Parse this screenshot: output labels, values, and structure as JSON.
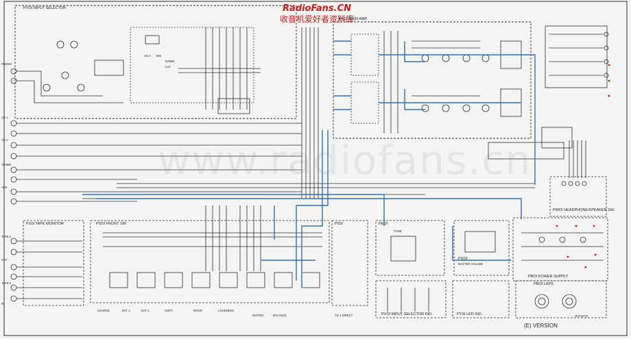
{
  "watermark": {
    "site": "RadioFans.CN",
    "tagline": "收音机爱好者资料库",
    "background": "www.radiofans.cn"
  },
  "blocks": {
    "input_selector": "PVOI INPUT SELECTOR",
    "main_amp": "PAOI MAIN AMP",
    "tape_monitor": "PJOI TAPE MONITOR",
    "front_sw": "PSOI FRONT SW",
    "ps51": "PS5I",
    "pe01": "PEOI",
    "pso": "PSOI",
    "master_volume": "MASTER VOLUME",
    "headphone": "PWOI HEADPHONE/SPEAKER SW.",
    "power_supply": "PBOI POWER SUPPLY",
    "lamps": "PBOI LAPS",
    "input_indicator": "PVOI INPUT SELECTOR IND.",
    "led_ind": "PYSI LED IND.",
    "version": "(E) VERSION",
    "outlets": "OUTLETS"
  },
  "inputs": {
    "phono": "PHONO",
    "cd1": "CD 1",
    "cd2": "CD 2",
    "tuner": "TUNER",
    "aux": "AUX",
    "tape1": "TAPE 1",
    "tape2": "TAPE 2",
    "in": "IN",
    "out": "OUT"
  },
  "switch_labels": [
    "SOURCE",
    "DAT 1",
    "DAT 2",
    "COPY",
    "MONO",
    "LOUDNESS",
    "MUTING",
    "BALANCE",
    "CD 1 DIRECT"
  ],
  "center_labels": {
    "cd": "CD 2",
    "tuner": "TUNER",
    "aux": "AUX",
    "mic": "MIC",
    "tone": "TONE"
  },
  "colors": {
    "wire": "#2b2b2b",
    "signal": "#2f6fb5",
    "red_mark": "#d01818",
    "paper": "#f4f4f2"
  }
}
